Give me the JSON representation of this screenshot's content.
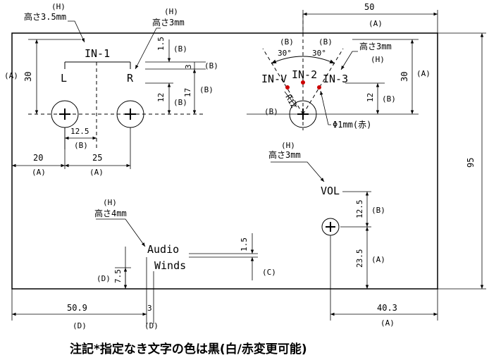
{
  "labels": {
    "A": "(A)",
    "B": "(B)",
    "C": "(C)",
    "D": "(D)",
    "H": "(H)"
  },
  "heights": {
    "h35": "高さ3.5mm",
    "h3": "高さ3mm",
    "h4": "高さ4mm"
  },
  "legends": {
    "in1": "IN-1",
    "L": "L",
    "R": "R",
    "in2": "IN-2",
    "in3": "IN-3",
    "inv": "IN-V",
    "vol": "VOL",
    "audio": "Audio",
    "winds": "Winds"
  },
  "dims": {
    "d50": "50",
    "d95": "95",
    "d30_left": "30",
    "d30_right": "30",
    "d1_5_top": "1.5",
    "d3_top": "3",
    "d12_left": "12",
    "d17": "17",
    "d12_right": "12",
    "d12_5_h": "12.5",
    "d20": "20",
    "d25": "25",
    "d12_5_v": "12.5",
    "d23_5": "23.5",
    "d1_5_mid": "1.5",
    "d7_5": "7.5",
    "d50_9": "50.9",
    "d3_bot": "3",
    "d40_3": "40.3",
    "angle_l": "30°",
    "angle_r": "30°",
    "radius": "R12"
  },
  "notes": {
    "dot": "Φ1mm(赤)",
    "footer": "注記*指定なき文字の色は黒(白/赤変更可能)"
  },
  "colors": {
    "line": "#000000",
    "dot": "#cc0000",
    "background": "#ffffff"
  }
}
